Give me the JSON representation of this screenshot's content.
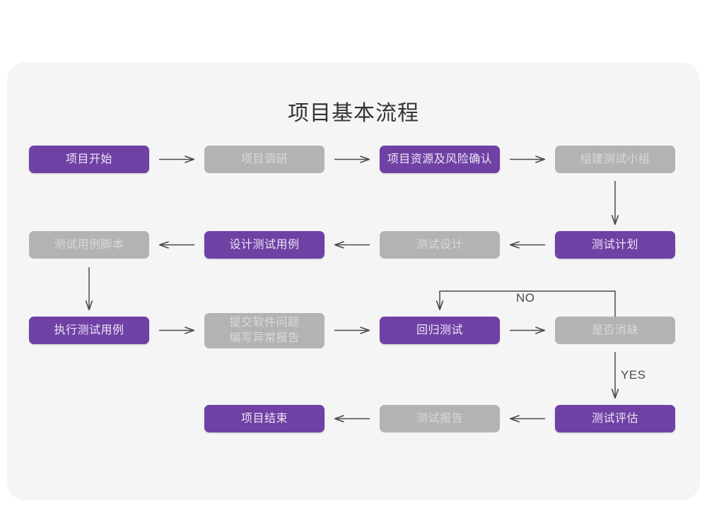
{
  "page": {
    "background": "#ffffff",
    "card_background": "#f5f5f5"
  },
  "colors": {
    "accent_purple": "#6f41a5",
    "muted_gray": "#b3b3b3",
    "purple_text": "#ece6f3",
    "gray_text": "#d9d9d9",
    "arrow": "#4a4a4a",
    "title_text": "#333333"
  },
  "header": {
    "title": "项目基本流程"
  },
  "flow": {
    "rows": [
      {
        "id": "row-1",
        "nodes": [
          {
            "id": "n1",
            "label": "项目开始",
            "style": "purple"
          },
          {
            "id": "n2",
            "label": "项目调研",
            "style": "gray"
          },
          {
            "id": "n3",
            "label": "项目资源及风险确认",
            "style": "purple"
          },
          {
            "id": "n4",
            "label": "组建测试小组",
            "style": "gray"
          }
        ]
      },
      {
        "id": "row-2",
        "nodes": [
          {
            "id": "n5",
            "label": "测试用例脚本",
            "style": "gray"
          },
          {
            "id": "n6",
            "label": "设计测试用例",
            "style": "purple"
          },
          {
            "id": "n7",
            "label": "测试设计",
            "style": "gray"
          },
          {
            "id": "n8",
            "label": "测试计划",
            "style": "purple"
          }
        ]
      },
      {
        "id": "row-3",
        "nodes": [
          {
            "id": "n9",
            "label": "执行测试用例",
            "style": "purple"
          },
          {
            "id": "n10",
            "label": "提交软件问题\n编写异常报告",
            "style": "gray"
          },
          {
            "id": "n11",
            "label": "回归测试",
            "style": "purple"
          },
          {
            "id": "n12",
            "label": "是否消缺",
            "style": "gray"
          }
        ]
      },
      {
        "id": "row-4",
        "nodes": [
          {
            "id": "n13",
            "label": "项目结束",
            "style": "purple"
          },
          {
            "id": "n14",
            "label": "测试报告",
            "style": "gray"
          },
          {
            "id": "n15",
            "label": "测试评估",
            "style": "purple"
          }
        ]
      }
    ],
    "edge_labels": {
      "no": "NO",
      "yes": "YES"
    }
  }
}
